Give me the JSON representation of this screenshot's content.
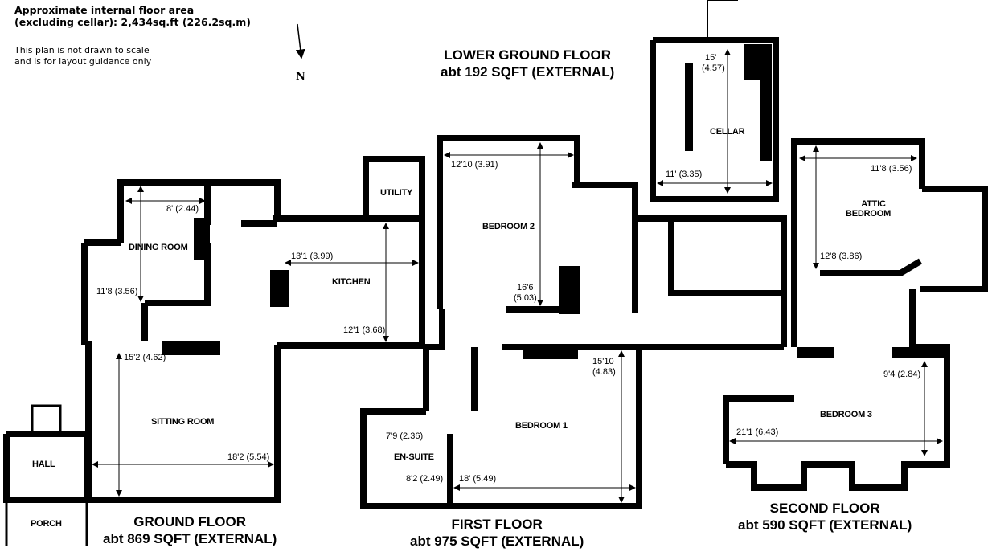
{
  "header": {
    "area_line1": "Approximate internal floor area",
    "area_line2": "(excluding cellar): 2,434sq.ft (226.2sq.m)",
    "note_line1": "This plan is not drawn to scale",
    "note_line2": "and is for layout guidance only",
    "compass_label": "N"
  },
  "floors": {
    "lower_ground": {
      "title": "LOWER GROUND FLOOR",
      "area": "abt 192 SQFT (EXTERNAL)"
    },
    "ground": {
      "title": "GROUND FLOOR",
      "area": "abt 869 SQFT (EXTERNAL)"
    },
    "first": {
      "title": "FIRST FLOOR",
      "area": "abt 975 SQFT (EXTERNAL)"
    },
    "second": {
      "title": "SECOND FLOOR",
      "area": "abt 590 SQFT (EXTERNAL)"
    }
  },
  "rooms": {
    "cellar": {
      "name": "CELLAR",
      "dim_a": "15'",
      "dim_a2": "(4.57)",
      "dim_b": "11' (3.35)"
    },
    "dining": {
      "name": "DINING ROOM",
      "dim_a": "8' (2.44)",
      "dim_b": "11'8 (3.56)"
    },
    "utility": {
      "name": "UTILITY"
    },
    "kitchen": {
      "name": "KITCHEN",
      "dim_a": "13'1 (3.99)",
      "dim_b": "12'1 (3.68)"
    },
    "sitting": {
      "name": "SITTING ROOM",
      "dim_a": "15'2 (4.62)",
      "dim_b": "18'2 (5.54)"
    },
    "hall": {
      "name": "HALL"
    },
    "porch": {
      "name": "PORCH"
    },
    "bedroom2": {
      "name": "BEDROOM 2",
      "dim_a": "12'10 (3.91)",
      "dim_b": "16'6",
      "dim_b2": "(5.03)"
    },
    "bedroom1": {
      "name": "BEDROOM 1",
      "dim_a": "15'10",
      "dim_a2": "(4.83)",
      "dim_b": "18' (5.49)"
    },
    "ensuite": {
      "name": "EN-SUITE",
      "dim_a": "7'9 (2.36)",
      "dim_b": "8'2 (2.49)"
    },
    "attic": {
      "name_line1": "ATTIC",
      "name_line2": "BEDROOM",
      "dim_a": "11'8 (3.56)",
      "dim_b": "12'8 (3.86)"
    },
    "bedroom3": {
      "name": "BEDROOM 3",
      "dim_a": "9'4 (2.84)",
      "dim_b": "21'1 (6.43)"
    }
  }
}
